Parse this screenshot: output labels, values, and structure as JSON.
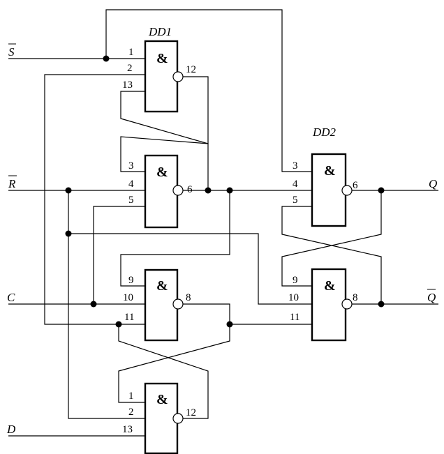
{
  "chips": {
    "dd1": "DD1",
    "dd2": "DD2"
  },
  "gate_symbol": "&",
  "inputs": {
    "s_bar": "S",
    "r_bar": "R",
    "c": "C",
    "d": "D"
  },
  "outputs": {
    "q": "Q",
    "q_bar": "Q"
  },
  "gate1": {
    "in_a": "1",
    "in_b": "2",
    "in_c": "13",
    "out": "12"
  },
  "gate2": {
    "in_a": "3",
    "in_b": "4",
    "in_c": "5",
    "out": "6"
  },
  "gate3": {
    "in_a": "9",
    "in_b": "10",
    "in_c": "11",
    "out": "8"
  },
  "gate4": {
    "in_a": "1",
    "in_b": "2",
    "in_c": "13",
    "out": "12"
  },
  "gate5": {
    "in_a": "3",
    "in_b": "4",
    "in_c": "5",
    "out": "6"
  },
  "gate6": {
    "in_a": "9",
    "in_b": "10",
    "in_c": "11",
    "out": "8"
  }
}
